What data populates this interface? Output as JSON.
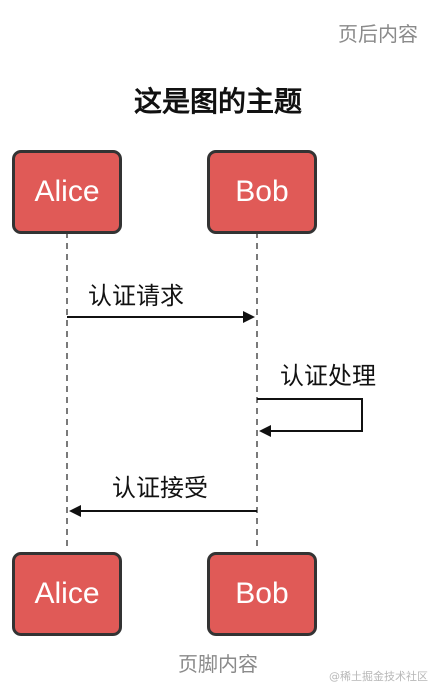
{
  "header": {
    "text": "页后内容"
  },
  "title": "这是图的主题",
  "participants": {
    "alice": {
      "label": "Alice"
    },
    "bob": {
      "label": "Bob"
    }
  },
  "messages": [
    {
      "from": "Alice",
      "to": "Bob",
      "label": "认证请求"
    },
    {
      "from": "Bob",
      "to": "Bob",
      "label": "认证处理"
    },
    {
      "from": "Bob",
      "to": "Alice",
      "label": "认证接受"
    }
  ],
  "footer": {
    "text": "页脚内容"
  },
  "watermark": {
    "text": "@稀土掘金技术社区"
  },
  "colors": {
    "participant_fill": "#e05a57",
    "participant_border": "#333333",
    "line": "#111111"
  }
}
